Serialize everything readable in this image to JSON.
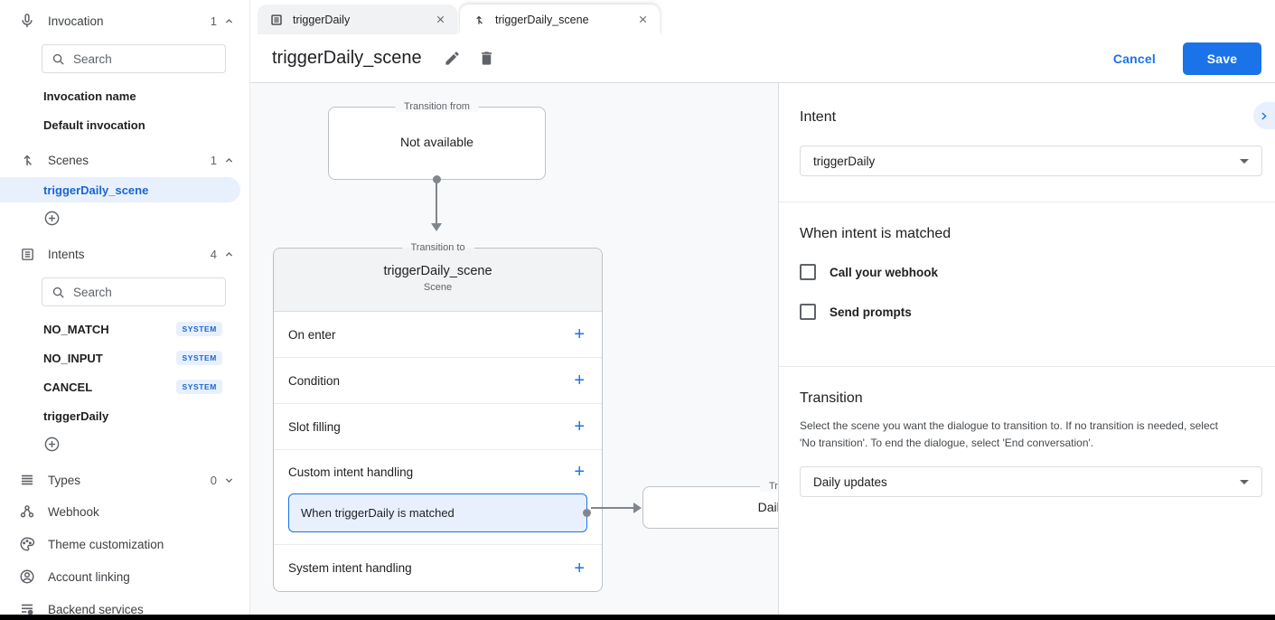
{
  "sidebar": {
    "invocation": {
      "label": "Invocation",
      "count": "1",
      "search_placeholder": "Search",
      "items": [
        "Invocation name",
        "Default invocation"
      ]
    },
    "scenes": {
      "label": "Scenes",
      "count": "1",
      "selected_item": "triggerDaily_scene"
    },
    "intents": {
      "label": "Intents",
      "count": "4",
      "search_placeholder": "Search",
      "items": [
        {
          "name": "NO_MATCH",
          "badge": "SYSTEM"
        },
        {
          "name": "NO_INPUT",
          "badge": "SYSTEM"
        },
        {
          "name": "CANCEL",
          "badge": "SYSTEM"
        },
        {
          "name": "triggerDaily",
          "badge": ""
        }
      ]
    },
    "types": {
      "label": "Types",
      "count": "0"
    },
    "webhook_label": "Webhook",
    "theme_label": "Theme customization",
    "account_label": "Account linking",
    "backend_label": "Backend services"
  },
  "tabs": [
    {
      "label": "triggerDaily",
      "icon": "intent-icon",
      "active": false
    },
    {
      "label": "triggerDaily_scene",
      "icon": "scene-icon",
      "active": true
    }
  ],
  "header": {
    "title": "triggerDaily_scene",
    "cancel_label": "Cancel",
    "save_label": "Save"
  },
  "canvas": {
    "transition_from": {
      "label": "Transition from",
      "content": "Not available"
    },
    "scene_card": {
      "label": "Transition to",
      "title": "triggerDaily_scene",
      "subtitle": "Scene",
      "rows": [
        "On enter",
        "Condition",
        "Slot filling",
        "Custom intent handling",
        "System intent handling"
      ],
      "matched_label": "When triggerDaily is matched"
    },
    "target_card": {
      "label": "Transition to",
      "title": "Daily updates"
    }
  },
  "panel": {
    "intent_heading": "Intent",
    "intent_value": "triggerDaily",
    "matched_heading": "When intent is matched",
    "checkbox_webhook": "Call your webhook",
    "checkbox_prompts": "Send prompts",
    "transition_heading": "Transition",
    "transition_description": "Select the scene you want the dialogue to transition to. If no transition is needed, select 'No transition'. To end the dialogue, select 'End conversation'.",
    "transition_value": "Daily updates"
  },
  "colors": {
    "accent": "#1a73e8",
    "accent_dark": "#1967d2",
    "selected_bg": "#e8f0fe",
    "canvas_bg": "#f8f9fa",
    "card_header_bg": "#f1f3f4",
    "connector": "#80868b"
  }
}
